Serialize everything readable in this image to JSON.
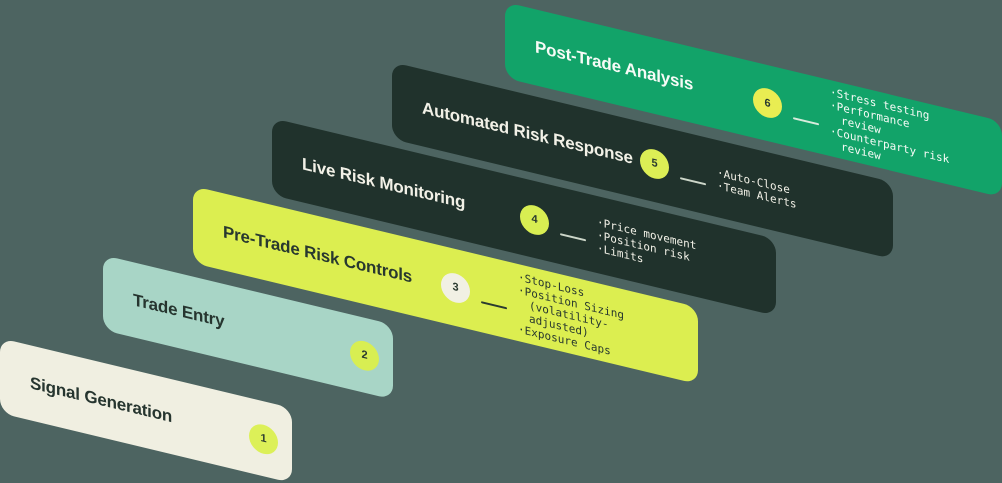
{
  "background_color": "#4d6461",
  "steps": [
    {
      "number": "1",
      "title": "Signal Generation",
      "bullets": [],
      "colors": {
        "card": "#f0efe1",
        "text": "#26352f",
        "badge": "#dcf058",
        "badge_text": "#2a3a30"
      }
    },
    {
      "number": "2",
      "title": "Trade Entry",
      "bullets": [],
      "colors": {
        "card": "#a8d5c6",
        "text": "#26352f",
        "badge": "#d8ee52",
        "badge_text": "#2a3a30"
      }
    },
    {
      "number": "3",
      "title": "Pre-Trade Risk Controls",
      "bullets": [
        "Stop-Loss",
        "Position Sizing (volatility-adjusted)",
        "Exposure Caps"
      ],
      "colors": {
        "card": "#dcee50",
        "text": "#28382f",
        "badge": "#f1f0e4",
        "badge_text": "#2a3a30",
        "dash": "#2a3a30"
      }
    },
    {
      "number": "4",
      "title": "Live Risk Monitoring",
      "bullets": [
        "Price movement",
        "Position risk",
        "Limits"
      ],
      "colors": {
        "card": "#20322c",
        "text": "#f2f1e7",
        "badge": "#d8ee52",
        "badge_text": "#2a3a30",
        "dash": "#ccd6c9"
      }
    },
    {
      "number": "5",
      "title": "Automated Risk Response",
      "bullets": [
        "Auto-Close",
        "Team Alerts"
      ],
      "colors": {
        "card": "#20322c",
        "text": "#f2f1e7",
        "badge": "#dcee55",
        "badge_text": "#2a3a30",
        "dash": "#ccd6c9"
      }
    },
    {
      "number": "6",
      "title": "Post-Trade Analysis",
      "bullets": [
        "Stress testing",
        "Performance review",
        "Counterparty risk review"
      ],
      "colors": {
        "card": "#12a369",
        "text": "#f6fbf6",
        "badge": "#e9ed52",
        "badge_text": "#2a3a30",
        "dash": "#d8ecdc"
      }
    }
  ]
}
